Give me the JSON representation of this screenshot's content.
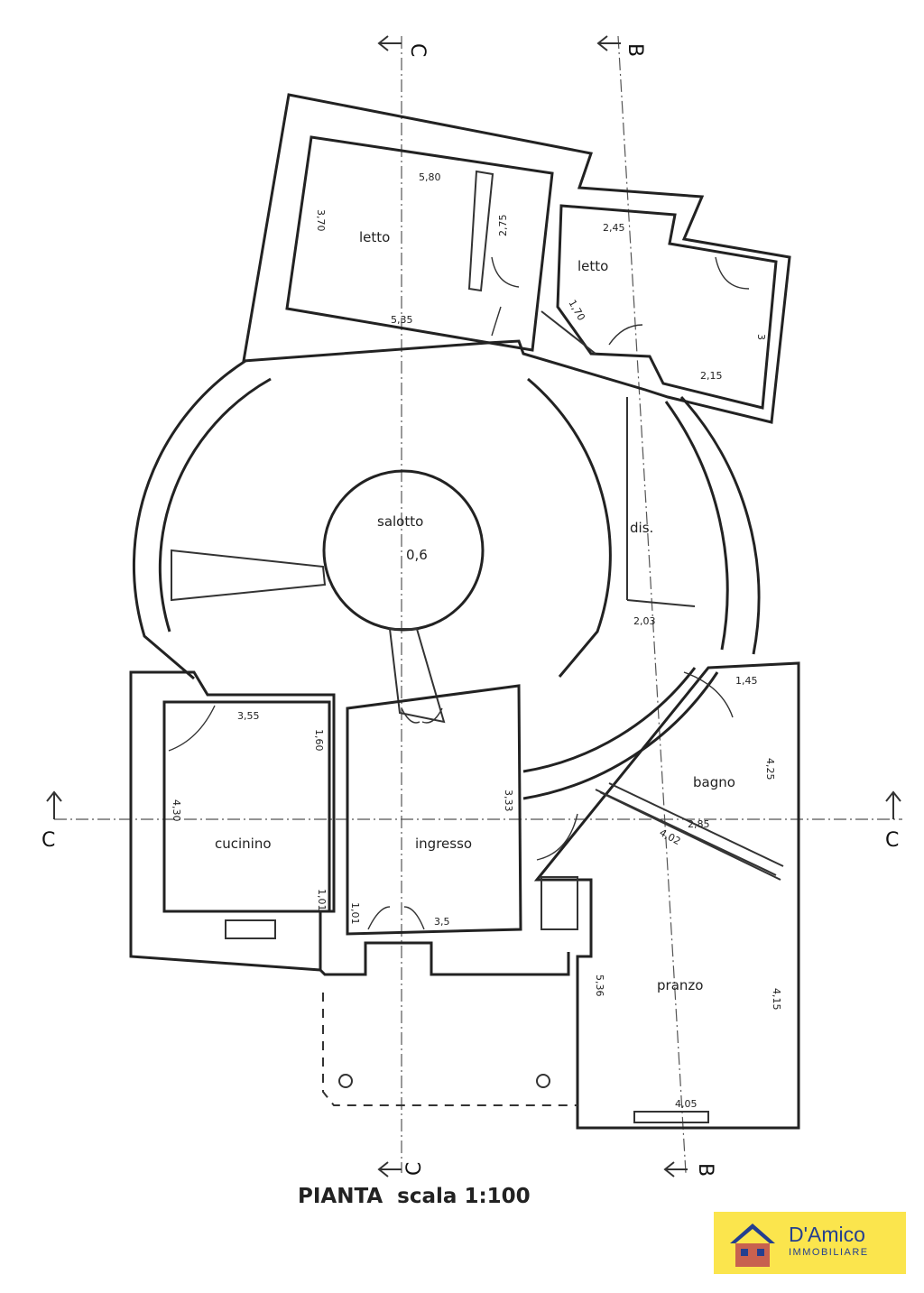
{
  "plan": {
    "title": "PIANTA  scala 1:100",
    "rooms": {
      "letto_main": "letto",
      "letto_small": "letto",
      "salotto": "salotto",
      "salotto_value": "0,6",
      "dis": "dis.",
      "cucinino": "cucinino",
      "ingresso": "ingresso",
      "bagno": "bagno",
      "pranzo": "pranzo"
    },
    "dimensions": {
      "d_580": "5,80",
      "d_370": "3,70",
      "d_535": "5,35",
      "d_275": "2,75",
      "d_245": "2,45",
      "d_170": "1,70",
      "d_3": "3",
      "d_215": "2,15",
      "d_203": "2,03",
      "d_145": "1,45",
      "d_425": "4,25",
      "d_402": "4,02",
      "d_285": "2,85",
      "d_355": "3,55",
      "d_160": "1,60",
      "d_430": "4,30",
      "d_101a": "1,01",
      "d_101b": "1,01",
      "d_35": "3,5",
      "d_333": "3,33",
      "d_536": "5,36",
      "d_415": "4,15",
      "d_405": "4,05"
    },
    "sections": {
      "c_top": "C",
      "b_top": "B",
      "c_left": "C",
      "c_right": "C",
      "c_bottom": "C",
      "b_bottom": "B"
    }
  },
  "logo": {
    "name": "D'Amico",
    "subtitle": "IMMOBILIARE",
    "colors": {
      "background": "#fbe54d",
      "text": "#243f8f",
      "house": "#c8614f"
    }
  }
}
